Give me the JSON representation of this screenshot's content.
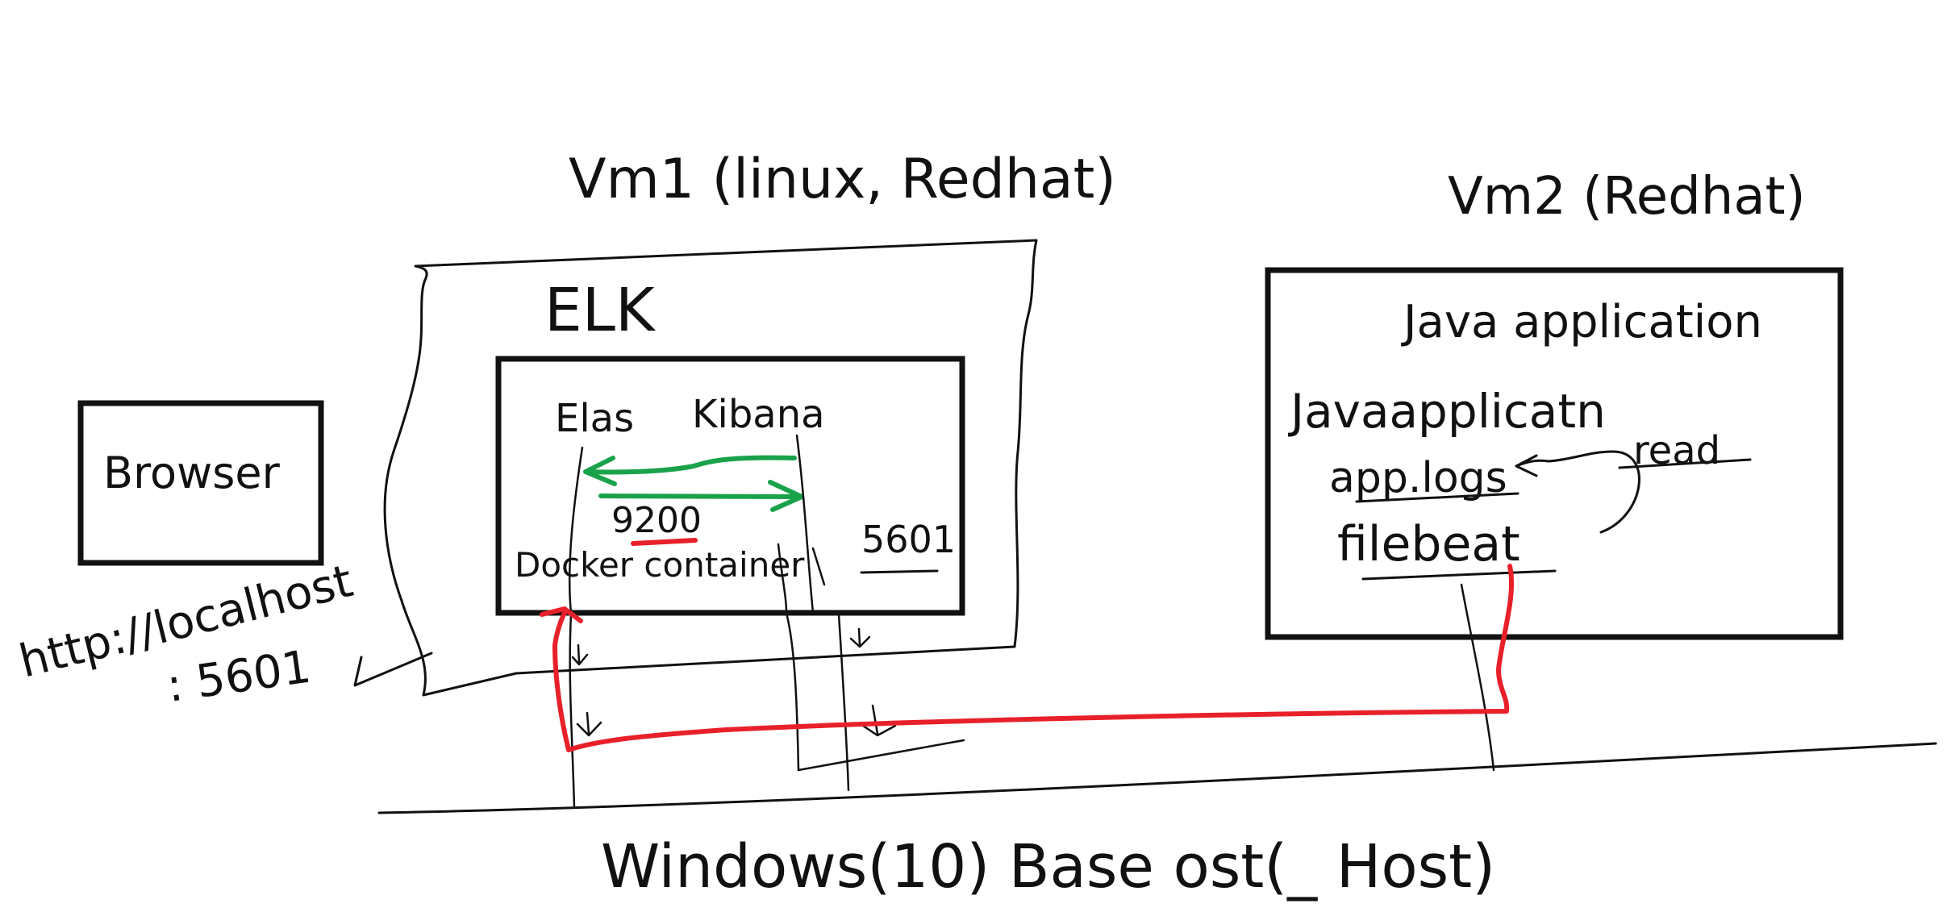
{
  "labels": {
    "vm1": "Vm1 (linux, Redhat)",
    "vm2": "Vm2 (Redhat)",
    "elk": "ELK",
    "elastic": "Elas",
    "kibana": "Kibana",
    "port_9200": "9200",
    "docker_container": "Docker container",
    "port_5601": "5601",
    "browser": "Browser",
    "url_line1": "http://localhost",
    "url_line2": ": 5601",
    "java_app_title": "Java application",
    "java_app_inner": "Javaapplicatn",
    "app_logs": "app.logs",
    "read": "read",
    "filebeat": "filebeat",
    "host": "Windows(10) Base ost(_ Host)"
  },
  "colors": {
    "ink": "#111111",
    "red_path": "#e8202a",
    "green_arrows": "#1aa24a"
  }
}
